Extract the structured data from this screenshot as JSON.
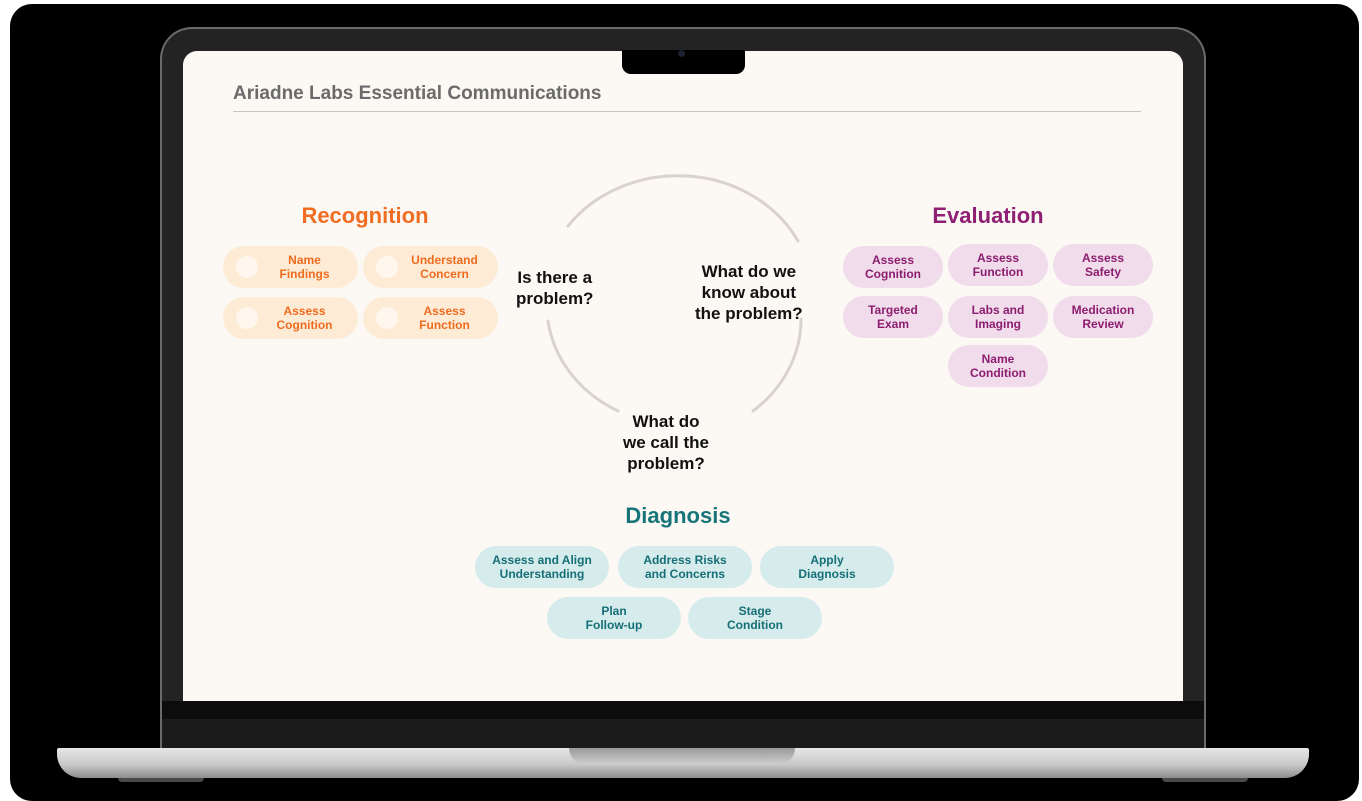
{
  "header": {
    "title": "Ariadne Labs Essential Communications"
  },
  "sections": {
    "recognition": {
      "heading": "Recognition",
      "items": [
        "Name\nFindings",
        "Understand\nConcern",
        "Assess\nCognition",
        "Assess\nFunction"
      ]
    },
    "evaluation": {
      "heading": "Evaluation",
      "items": [
        "Assess\nCognition",
        "Assess\nFunction",
        "Assess\nSafety",
        "Targeted\nExam",
        "Labs and\nImaging",
        "Medication\nReview",
        "Name\nCondition"
      ]
    },
    "diagnosis": {
      "heading": "Diagnosis",
      "items": [
        "Assess and Align\nUnderstanding",
        "Address Risks\nand Concerns",
        "Apply\nDiagnosis",
        "Plan\nFollow-up",
        "Stage\nCondition"
      ]
    }
  },
  "questions": {
    "q1": "Is there a\nproblem?",
    "q2": "What do we\nknow about\nthe problem?",
    "q3": "What do\nwe call the\nproblem?"
  },
  "colors": {
    "recognition": "#f06d22",
    "evaluation": "#8f1f73",
    "diagnosis": "#17757a",
    "screen_bg": "#fcf8f4"
  }
}
